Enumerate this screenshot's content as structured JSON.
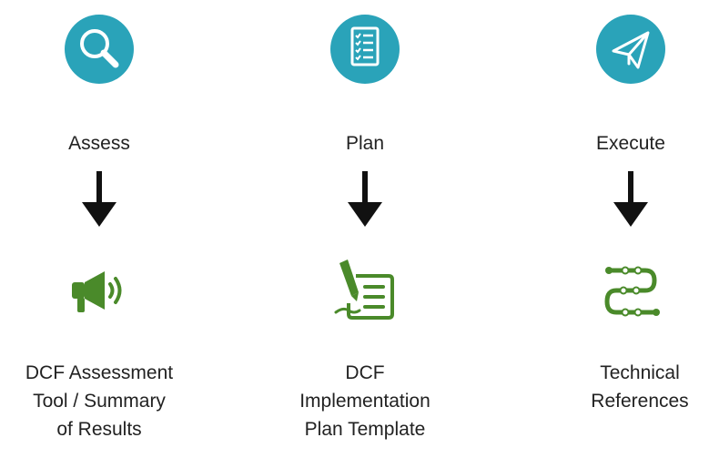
{
  "colors": {
    "circle": "#2aa3b9",
    "icon_green": "#4a8a2a",
    "arrow": "#111111",
    "text": "#222222"
  },
  "phases": [
    {
      "label": "Assess",
      "top_icon": "magnifying-glass-icon",
      "bottom_icon": "megaphone-icon",
      "deliverable": [
        "DCF Assessment",
        "Tool / Summary",
        "of Results"
      ]
    },
    {
      "label": "Plan",
      "top_icon": "checklist-icon",
      "bottom_icon": "document-pen-icon",
      "deliverable": [
        "DCF",
        "Implementation",
        "Plan Template"
      ]
    },
    {
      "label": "Execute",
      "top_icon": "paper-plane-icon",
      "bottom_icon": "roadmap-path-icon",
      "deliverable": [
        "Technical",
        "References"
      ]
    }
  ]
}
